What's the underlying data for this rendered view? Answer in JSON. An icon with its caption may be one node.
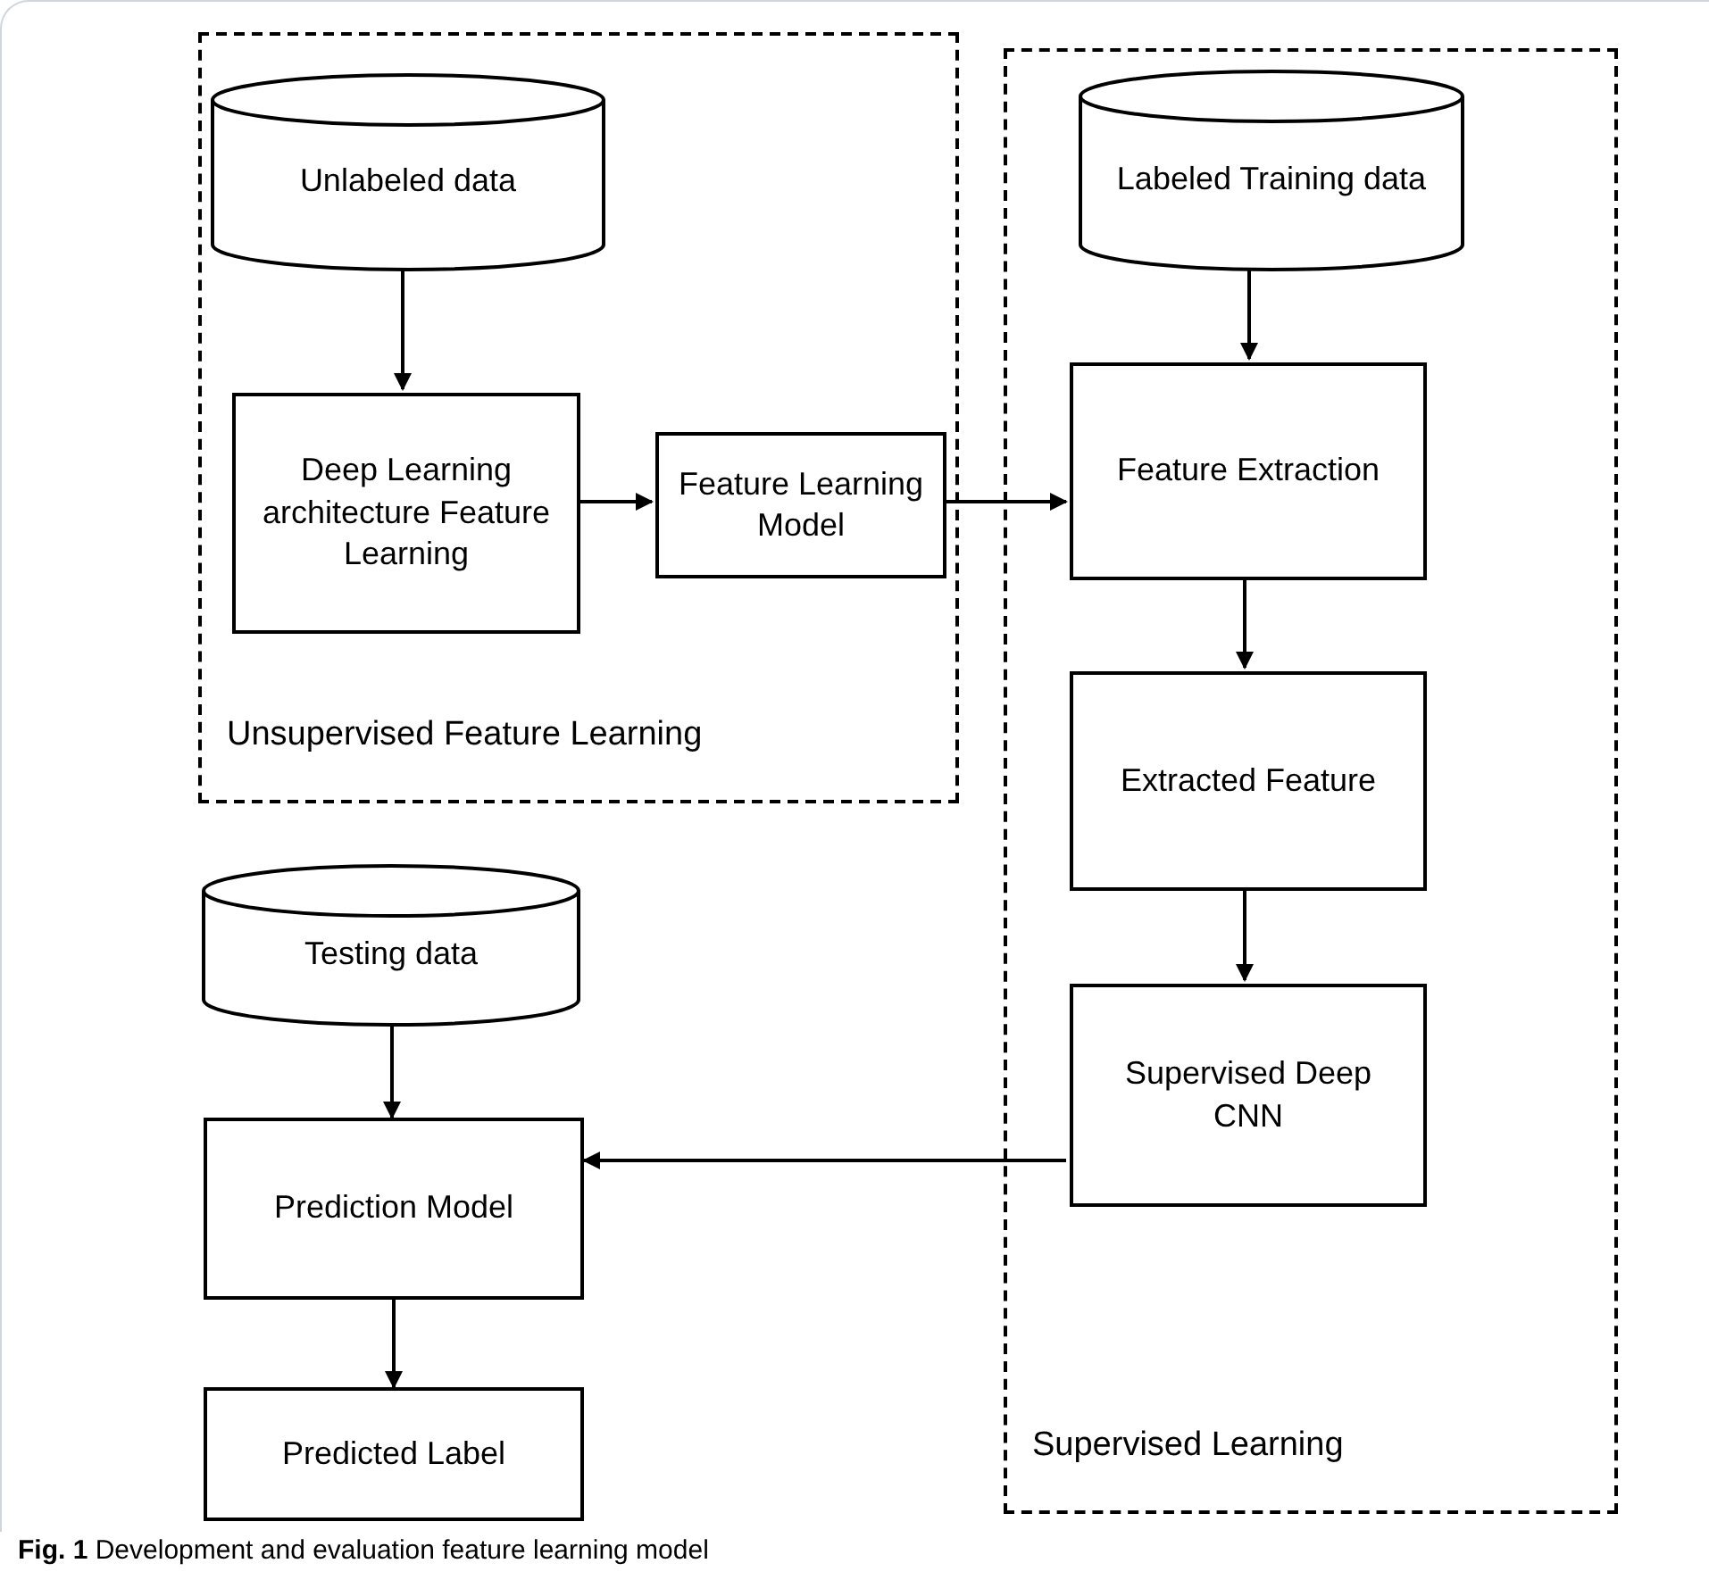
{
  "diagram": {
    "caption": "**Fig. 1** Development and evaluation feature learning model",
    "nodes": [
      {
        "text": [
          "Unsupervised Feature Learning"
        ]
      },
      {
        "text": [
          "Unlabeled data"
        ],
        "in": 0
      },
      {
        "text": [
          "Deep Learning architecture Feature Learning"
        ],
        "in": 0
      },
      {
        "text": [
          "Feature Learning Model"
        ],
        "in": 0
      },
      {
        "text": [
          "Supervised Learning"
        ]
      },
      {
        "text": [
          "Labeled Training data"
        ],
        "in": 4
      },
      {
        "text": [
          "Feature Extraction"
        ],
        "in": 4
      },
      {
        "text": [
          "Extracted Feature"
        ],
        "in": 4
      },
      {
        "text": [
          "Supervised Deep CNN"
        ],
        "in": 4
      },
      {
        "text": [
          "Testing data"
        ]
      },
      {
        "text": [
          "Prediction Model"
        ]
      },
      {
        "text": [
          "Predicted Label"
        ]
      }
    ],
    "edges": [
      {
        "from": 1,
        "to": 2,
        "arrow": "to"
      },
      {
        "from": 2,
        "to": 3,
        "arrow": "to"
      },
      {
        "from": 3,
        "to": 6,
        "arrow": "to"
      },
      {
        "from": 5,
        "to": 6,
        "arrow": "to"
      },
      {
        "from": 6,
        "to": 7,
        "arrow": "to"
      },
      {
        "from": 7,
        "to": 8,
        "arrow": "to"
      },
      {
        "from": 8,
        "to": 10,
        "arrow": "to"
      },
      {
        "from": 9,
        "to": 10,
        "arrow": "to"
      },
      {
        "from": 10,
        "to": 11,
        "arrow": "to"
      }
    ]
  }
}
